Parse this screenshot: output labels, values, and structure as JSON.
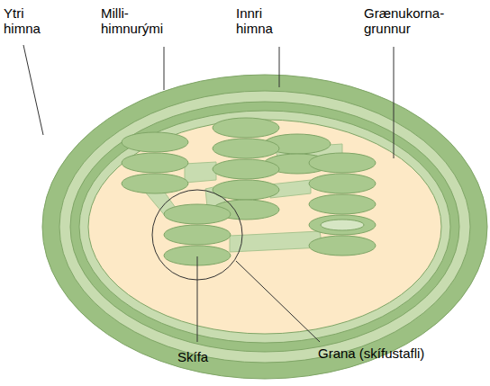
{
  "diagram": {
    "labels": [
      "Ytri himna",
      "Milli- himnurými",
      "Innri himna",
      "Grænukorna- grunnur",
      "Skífa",
      "Grana (skífustafli)"
    ]
  }
}
